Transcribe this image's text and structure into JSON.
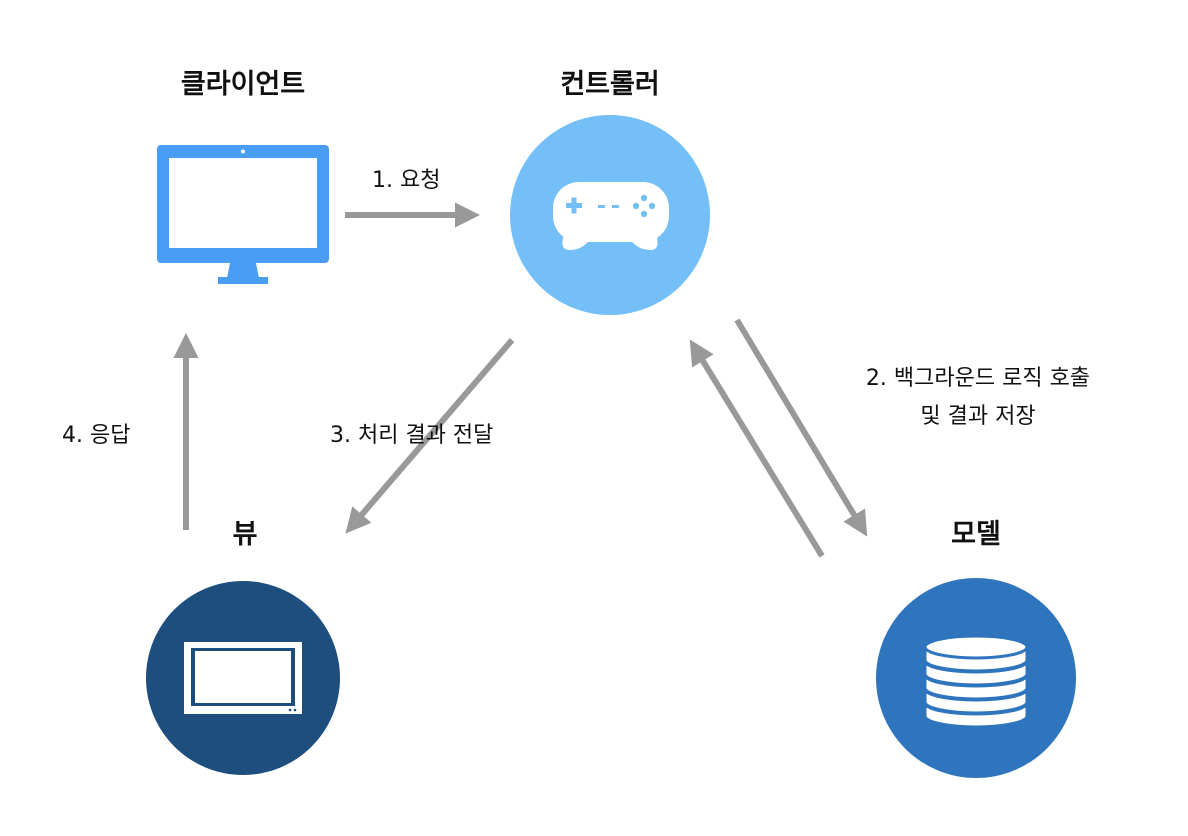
{
  "nodes": {
    "client": {
      "label": "클라이언트",
      "icon": "monitor-icon",
      "color": "#4a9df5"
    },
    "controller": {
      "label": "컨트롤러",
      "icon": "gamepad-icon",
      "color": "#74bff7"
    },
    "view": {
      "label": "뷰",
      "icon": "display-icon",
      "color": "#1d4e7e"
    },
    "model": {
      "label": "모델",
      "icon": "database-icon",
      "color": "#2f75bd"
    }
  },
  "edges": {
    "request": {
      "label": "1. 요청"
    },
    "background": {
      "line1": "2. 백그라운드 로직 호출",
      "line2": "및 결과 저장"
    },
    "deliver": {
      "label": "3. 처리 결과 전달"
    },
    "response": {
      "label": "4. 응답"
    }
  },
  "colors": {
    "arrow": "#999999",
    "icon_fill": "#ffffff"
  }
}
